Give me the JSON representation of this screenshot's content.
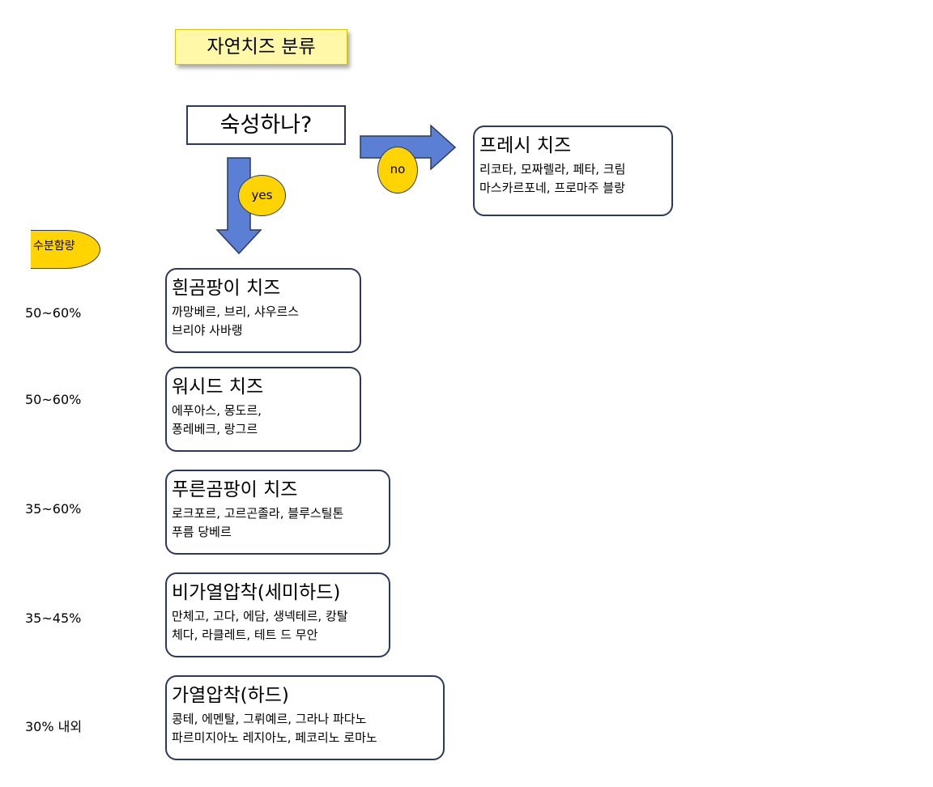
{
  "title": "자연치즈 분류",
  "question": "숙성하나?",
  "no_label": "no",
  "yes_label": "yes",
  "moisture_label": "수분함량",
  "fresh": {
    "title": "프레시 치즈",
    "line1": "리코타, 모짜렐라, 페타, 크림",
    "line2": "마스카르포네, 프로마주 블랑"
  },
  "categories": [
    {
      "title": "흰곰팡이 치즈",
      "line1": "까망베르, 브리,  샤우르스",
      "line2": "브리야 사바랭",
      "moisture": "50~60%"
    },
    {
      "title": "워시드 치즈",
      "line1": "에푸아스, 몽도르,",
      "line2": "퐁레베크, 랑그르",
      "moisture": "50~60%"
    },
    {
      "title": "푸른곰팡이 치즈",
      "line1": "로크포르, 고르곤졸라, 블루스틸톤",
      "line2": "푸름 당베르",
      "moisture": "35~60%"
    },
    {
      "title": "비가열압착(세미하드)",
      "line1": "만체고, 고다, 에담, 생넥테르, 캉탈",
      "line2": "체다, 라클레트, 테트 드 무안",
      "moisture": "35~45%"
    },
    {
      "title": "가열압착(하드)",
      "line1": "콩테, 에멘탈, 그뤼예르, 그라나 파다노",
      "line2": "파르미지아노 레지아노, 페코리노 로마노",
      "moisture": "30% 내외"
    }
  ],
  "colors": {
    "arrow_fill": "#5b7fd4",
    "arrow_stroke": "#2b3a5c",
    "ellipse_fill": "#ffd400",
    "title_fill": "#fff8a8",
    "box_border": "#2b3a5c"
  }
}
